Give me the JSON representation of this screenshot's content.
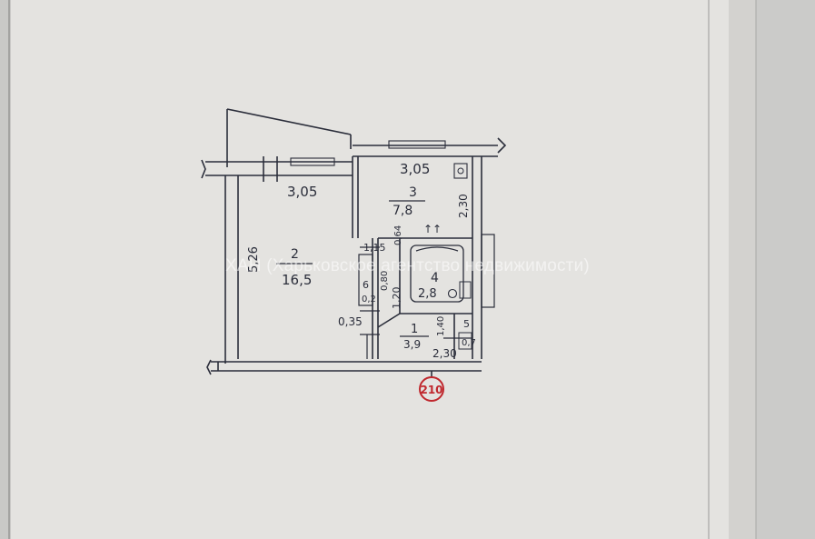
{
  "plan": {
    "labels": {
      "dim_top_left": "3,05",
      "dim_top_right": "3,05",
      "room3_number": "3",
      "room3_area": "7,8",
      "dim_230_right": "2,30",
      "dim_526": "5,26",
      "room2_number": "2",
      "room2_area": "16,5",
      "dim_115": "1,15",
      "dim_064": "0,64",
      "dim_080": "0,80",
      "room6_number": "6",
      "room6_area": "0,2",
      "dim_120": "1,20",
      "room4_number": "4",
      "room4_area": "2,8",
      "dim_035": "0,35",
      "room1_number": "1",
      "room1_area": "3,9",
      "dim_140": "1,40",
      "room5_number": "5",
      "room5_area": "0,7",
      "dim_230_bottom": "2,30",
      "stamp_number": "210",
      "ventilation_mark": "↑↑"
    }
  },
  "watermark": "ХАН (Харьковское агентство недвижимости)",
  "colors": {
    "paper": "#e3e2df",
    "ink": "#2a2d3a",
    "stamp": "#c0282e"
  }
}
